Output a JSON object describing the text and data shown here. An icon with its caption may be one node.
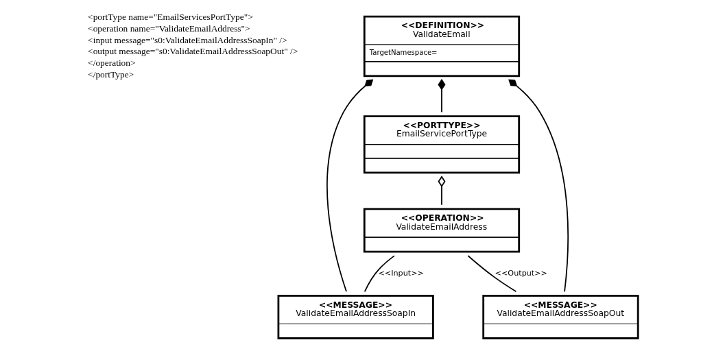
{
  "diagram": {
    "nodes": [
      {
        "text": [
          "<<DEFINITION>>",
          "ValidateEmail",
          "TargetNamespace="
        ]
      },
      {
        "text": [
          "<<PORTTYPE>>",
          "EmailServicePortType"
        ]
      },
      {
        "text": [
          "<<OPERATION>>",
          "ValidateEmailAddress"
        ]
      },
      {
        "text": [
          "<<MESSAGE>>",
          "ValidateEmailAddressSoapIn"
        ]
      },
      {
        "text": [
          "<<MESSAGE>>",
          "ValidateEmailAddressSoapOut"
        ]
      }
    ],
    "edges": [
      {
        "from": 0,
        "to": 1,
        "arrow": "other"
      },
      {
        "from": 0,
        "to": 3,
        "arrow": "other"
      },
      {
        "from": 0,
        "to": 4,
        "arrow": "other"
      },
      {
        "from": 1,
        "to": 2,
        "arrow": "other"
      },
      {
        "from": 2,
        "to": 3,
        "arrow": "none",
        "label": "<<Input>>"
      },
      {
        "from": 2,
        "to": 4,
        "arrow": "none",
        "label": "<<Output>>"
      }
    ],
    "labels": [
      "<portType name=\"EmailServicesPortType\">",
      "<operation name=\"ValidateEmailAddress\">",
      "<input message=\"s0:ValidateEmailAddressSoapIn\" />",
      "<output message=\"s0:ValidateEmailAddressSoapOut\" />",
      "</operation>",
      "</portType>"
    ]
  }
}
